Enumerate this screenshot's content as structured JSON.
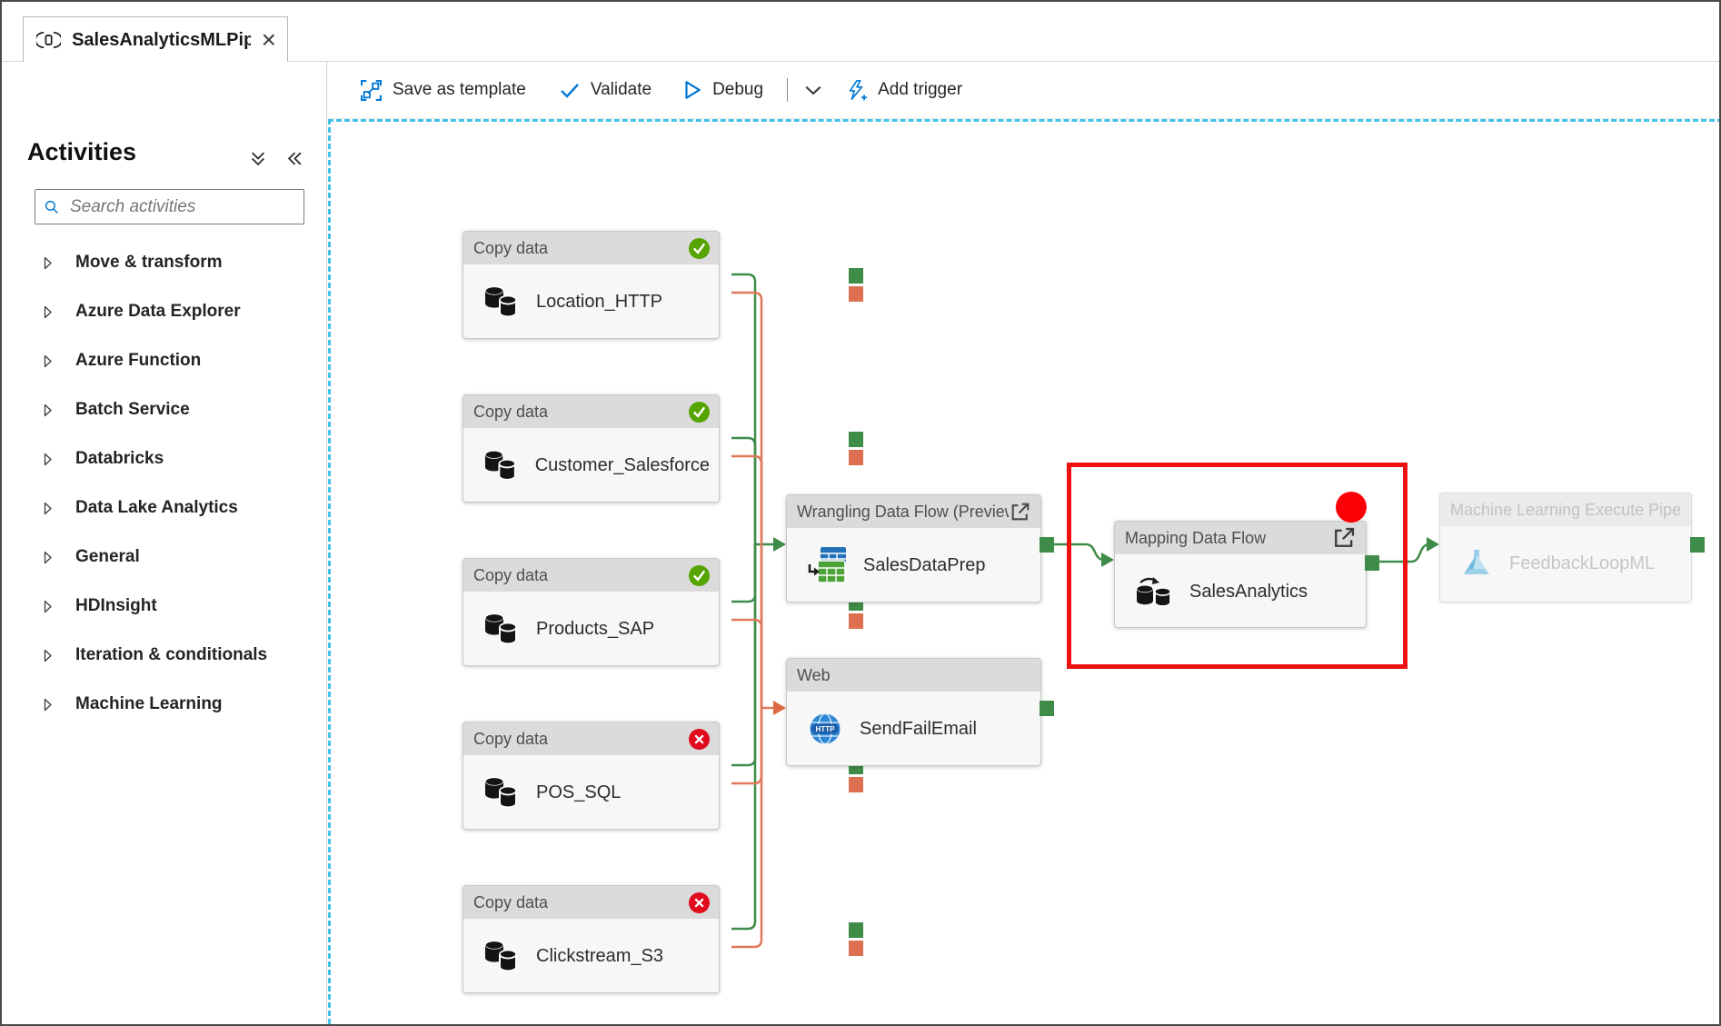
{
  "tab": {
    "title": "SalesAnalyticsMLPip...",
    "close": "×"
  },
  "sidebar": {
    "title": "Activities",
    "search_placeholder": "Search activities",
    "items": [
      "Move & transform",
      "Azure Data Explorer",
      "Azure Function",
      "Batch Service",
      "Databricks",
      "Data Lake Analytics",
      "General",
      "HDInsight",
      "Iteration & conditionals",
      "Machine Learning"
    ]
  },
  "toolbar": {
    "save_as_template": "Save as template",
    "validate": "Validate",
    "debug": "Debug",
    "add_trigger": "Add trigger"
  },
  "canvas": {
    "copy_nodes": [
      {
        "header": "Copy data",
        "name": "Location_HTTP",
        "status": "success"
      },
      {
        "header": "Copy data",
        "name": "Customer_Salesforce",
        "status": "success"
      },
      {
        "header": "Copy data",
        "name": "Products_SAP",
        "status": "success"
      },
      {
        "header": "Copy data",
        "name": "POS_SQL",
        "status": "failed"
      },
      {
        "header": "Copy data",
        "name": "Clickstream_S3",
        "status": "failed"
      }
    ],
    "wrangling": {
      "header": "Wrangling Data Flow (Preview",
      "name": "SalesDataPrep"
    },
    "web": {
      "header": "Web",
      "name": "SendFailEmail",
      "icon_label": "HTTP"
    },
    "mapping": {
      "header": "Mapping Data Flow",
      "name": "SalesAnalytics"
    },
    "ml": {
      "header": "Machine Learning Execute Pipeline",
      "name": "FeedbackLoopML"
    }
  },
  "colors": {
    "accent": "#0078D4",
    "success": "#55A400",
    "failure": "#E00B1C",
    "port_green": "#3E8C48",
    "port_orange": "#DD7050",
    "line_green": "#3E8C48",
    "line_orange": "#E0795B",
    "highlight_red": "#EE1111",
    "canvas_border": "#41C3EA"
  }
}
